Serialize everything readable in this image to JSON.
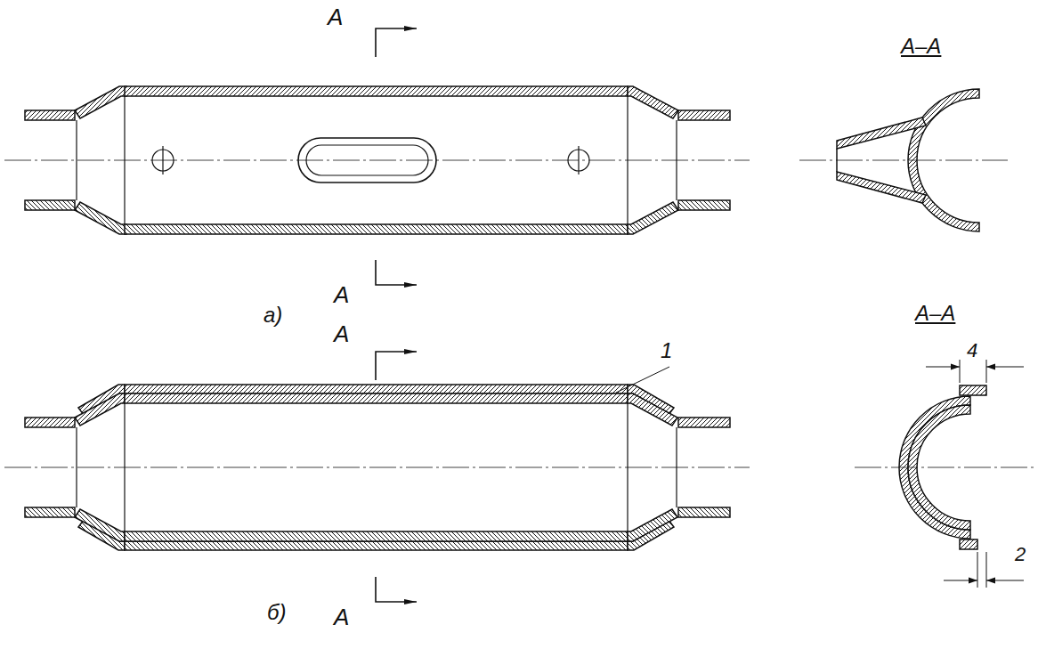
{
  "diagram": {
    "labels": [
      "А",
      "А–А",
      "А",
      "а)",
      "А–А",
      "А",
      "1",
      "4",
      "2",
      "б)",
      "А"
    ]
  }
}
